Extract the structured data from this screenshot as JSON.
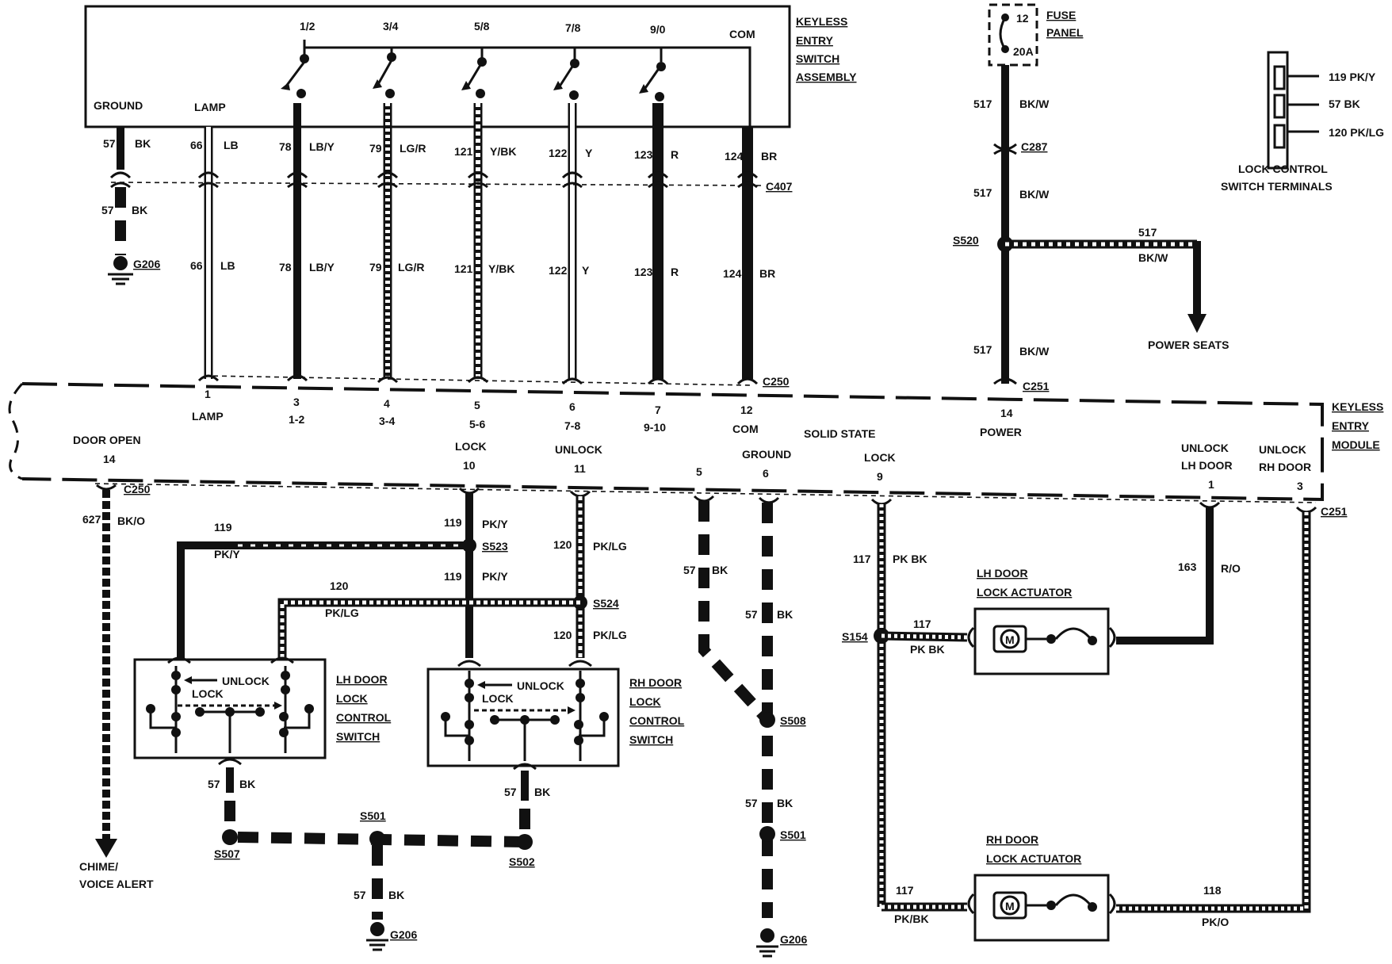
{
  "switch_assembly": {
    "title": [
      "KEYLESS",
      "ENTRY",
      "SWITCH",
      "ASSEMBLY"
    ],
    "keys": [
      "1/2",
      "3/4",
      "5/8",
      "7/8",
      "9/0"
    ],
    "com": "COM",
    "ground": "GROUND",
    "lamp": "LAMP"
  },
  "fuse_panel": {
    "title": [
      "FUSE",
      "PANEL"
    ],
    "fuse_no": "12",
    "rating": "20A"
  },
  "lock_terminals": {
    "title": [
      "LOCK CONTROL",
      "SWITCH TERMINALS"
    ],
    "pins": [
      "119 PK/Y",
      "57 BK",
      "120 PK/LG"
    ]
  },
  "upper_wires": [
    {
      "num": "57",
      "color": "BK",
      "low_num": "57",
      "low_color": "BK"
    },
    {
      "num": "66",
      "color": "LB",
      "low_num": "66",
      "low_color": "LB"
    },
    {
      "num": "78",
      "color": "LB/Y",
      "low_num": "78",
      "low_color": "LB/Y"
    },
    {
      "num": "79",
      "color": "LG/R",
      "low_num": "79",
      "low_color": "LG/R"
    },
    {
      "num": "121",
      "color": "Y/BK",
      "low_num": "121",
      "low_color": "Y/BK"
    },
    {
      "num": "122",
      "color": "Y",
      "low_num": "122",
      "low_color": "Y"
    },
    {
      "num": "123",
      "color": "R",
      "low_num": "123",
      "low_color": "R"
    },
    {
      "num": "124",
      "color": "BR",
      "low_num": "124",
      "low_color": "BR"
    }
  ],
  "connectors": {
    "c407": "C407",
    "c250": "C250",
    "c250_low": "C250",
    "c251": "C251",
    "c251_low": "C251",
    "c287": "C287"
  },
  "grounds": {
    "g206_a": "G206",
    "g206_b": "G206",
    "g206_c": "G206"
  },
  "power_feed": {
    "w1_num": "517",
    "w1_color": "BK/W",
    "w2_num": "517",
    "w2_color": "BK/W",
    "w3_num": "517",
    "w3_color": "BK/W",
    "branch_num": "517",
    "branch_color": "BK/W",
    "splice": "S520",
    "dest": "POWER SEATS"
  },
  "module": {
    "title": [
      "KEYLESS",
      "ENTRY",
      "MODULE"
    ],
    "solid_state": "SOLID STATE",
    "top_pins": [
      {
        "pin": "1",
        "label": "LAMP"
      },
      {
        "pin": "3",
        "label": "1-2"
      },
      {
        "pin": "4",
        "label": "3-4"
      },
      {
        "pin": "5",
        "label": "5-6"
      },
      {
        "pin": "6",
        "label": "7-8"
      },
      {
        "pin": "7",
        "label": "9-10"
      },
      {
        "pin": "12",
        "label": "COM"
      },
      {
        "pin": "14",
        "label": "POWER"
      }
    ],
    "bottom_pins": [
      {
        "pin": "14",
        "label": [
          "DOOR OPEN"
        ]
      },
      {
        "pin": "10",
        "label": [
          "LOCK"
        ]
      },
      {
        "pin": "11",
        "label": [
          "UNLOCK"
        ]
      },
      {
        "pin": "5",
        "label": []
      },
      {
        "pin": "6",
        "label": [
          "GROUND"
        ]
      },
      {
        "pin": "9",
        "label": [
          "LOCK"
        ]
      },
      {
        "pin": "1",
        "label": [
          "UNLOCK",
          "LH DOOR"
        ]
      },
      {
        "pin": "3",
        "label": [
          "UNLOCK",
          "RH DOOR"
        ]
      }
    ]
  },
  "lower": {
    "chime_wire_num": "627",
    "chime_wire_color": "BK/O",
    "chime_dest": [
      "CHIME/",
      "VOICE ALERT"
    ],
    "w119_a": "119",
    "w119_a_color": "PK/Y",
    "w119_top_num": "119",
    "w119_top_color": "PK/Y",
    "w119_mid_num": "119",
    "w119_mid_color": "PK/Y",
    "s523": "S523",
    "w120_top_num": "120",
    "w120_top_color": "PK/LG",
    "w120_h_num": "120",
    "w120_h_color": "PK/LG",
    "w120_low_num": "120",
    "w120_low_color": "PK/LG",
    "s524": "S524",
    "lh_switch_title": [
      "LH DOOR",
      "LOCK",
      "CONTROL",
      "SWITCH"
    ],
    "rh_switch_title": [
      "RH DOOR",
      "LOCK",
      "CONTROL",
      "SWITCH"
    ],
    "unlock": "UNLOCK",
    "lock": "LOCK",
    "lh_gnd_num": "57",
    "lh_gnd_color": "BK",
    "rh_gnd_num": "57",
    "rh_gnd_color": "BK",
    "s507": "S507",
    "s501_a": "S501",
    "s502": "S502",
    "s501_gnd_num": "57",
    "s501_gnd_color": "BK",
    "p5_num": "57",
    "p5_color": "BK",
    "p6_num": "57",
    "p6_color": "BK",
    "s508": "S508",
    "s508_low_num": "57",
    "s508_low_color": "BK",
    "s501_b": "S501",
    "p9_num": "117",
    "p9_color": "PK BK",
    "s154": "S154",
    "lh_act_num": "117",
    "lh_act_color": "PK BK",
    "lh_actuator_title": [
      "LH DOOR",
      "LOCK ACTUATOR"
    ],
    "rh_actuator_title": [
      "RH DOOR",
      "LOCK ACTUATOR"
    ],
    "motor": "M",
    "w163_num": "163",
    "w163_color": "R/O",
    "rh_act_left_num": "117",
    "rh_act_left_color": "PK/BK",
    "rh_act_right_num": "118",
    "rh_act_right_color": "PK/O"
  }
}
